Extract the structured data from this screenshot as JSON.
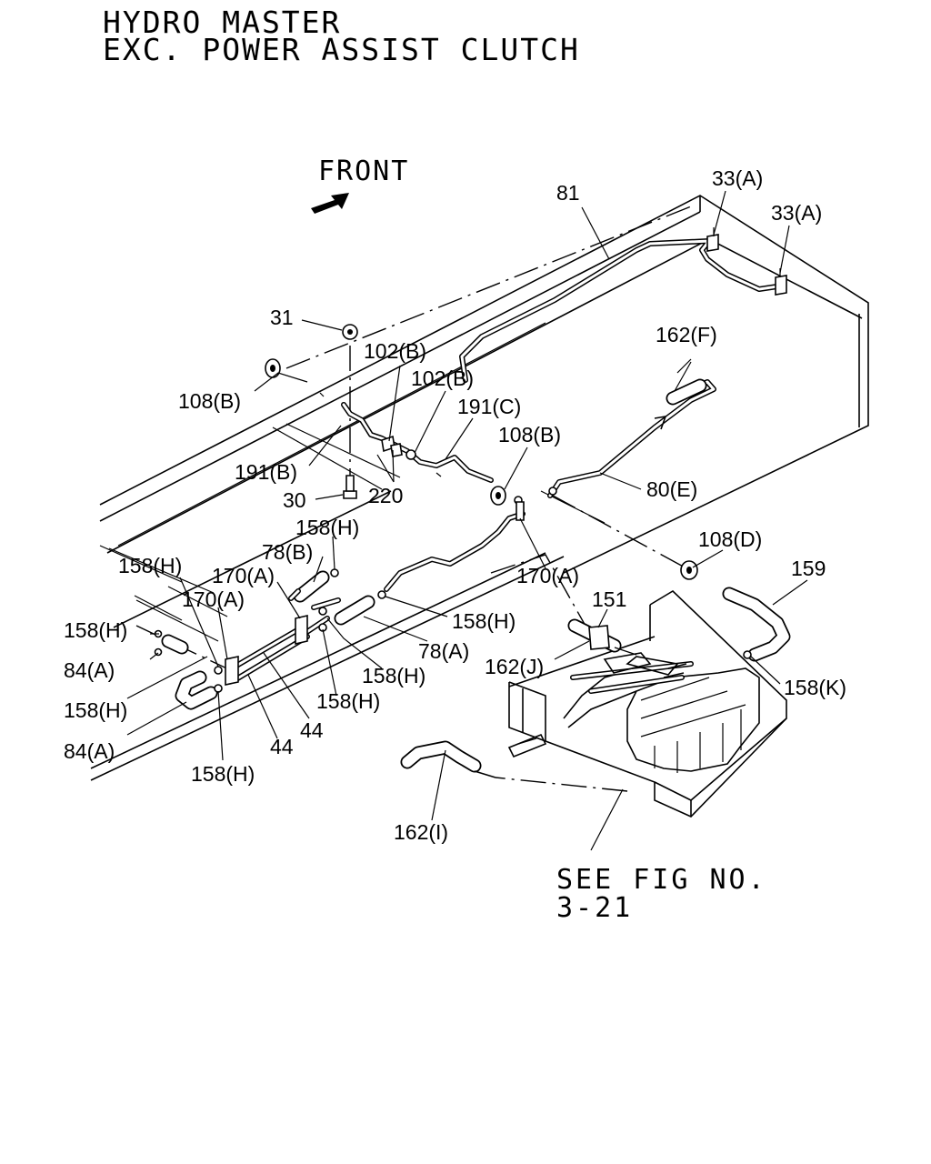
{
  "title": {
    "line1": "HYDRO MASTER",
    "line2": "EXC. POWER ASSIST CLUTCH"
  },
  "front_indicator": {
    "label": "FRONT",
    "icon": "front-arrow-icon"
  },
  "reference_note": {
    "line1": "SEE FIG NO.",
    "line2": "3-21"
  },
  "callouts": [
    {
      "id": "c81",
      "text": "81"
    },
    {
      "id": "c33a1",
      "text": "33(A)"
    },
    {
      "id": "c33a2",
      "text": "33(A)"
    },
    {
      "id": "c31",
      "text": "31"
    },
    {
      "id": "c102b1",
      "text": "102(B)"
    },
    {
      "id": "c102b2",
      "text": "102(B)"
    },
    {
      "id": "c162f",
      "text": "162(F)"
    },
    {
      "id": "c108b1",
      "text": "108(B)"
    },
    {
      "id": "c191c",
      "text": "191(C)"
    },
    {
      "id": "c108b2",
      "text": "108(B)"
    },
    {
      "id": "c191b",
      "text": "191(B)"
    },
    {
      "id": "c80e",
      "text": "80(E)"
    },
    {
      "id": "c30",
      "text": "30"
    },
    {
      "id": "c220",
      "text": "220"
    },
    {
      "id": "c158h1",
      "text": "158(H)"
    },
    {
      "id": "c108d",
      "text": "108(D)"
    },
    {
      "id": "c159",
      "text": "159"
    },
    {
      "id": "c78b",
      "text": "78(B)"
    },
    {
      "id": "c158h2",
      "text": "158(H)"
    },
    {
      "id": "c170a1",
      "text": "170(A)"
    },
    {
      "id": "c170a3",
      "text": "170(A)"
    },
    {
      "id": "c151",
      "text": "151"
    },
    {
      "id": "c170a2",
      "text": "170(A)"
    },
    {
      "id": "c158h3",
      "text": "158(H)"
    },
    {
      "id": "c158h4",
      "text": "158(H)"
    },
    {
      "id": "c78a",
      "text": "78(A)"
    },
    {
      "id": "c162j",
      "text": "162(J)"
    },
    {
      "id": "c158h5",
      "text": "158(H)"
    },
    {
      "id": "c158h6",
      "text": "158(H)"
    },
    {
      "id": "c158k",
      "text": "158(K)"
    },
    {
      "id": "c84a1",
      "text": "84(A)"
    },
    {
      "id": "c158h7",
      "text": "158(H)"
    },
    {
      "id": "c84a2",
      "text": "84(A)"
    },
    {
      "id": "c44a",
      "text": "44"
    },
    {
      "id": "c44b",
      "text": "44"
    },
    {
      "id": "c158h8",
      "text": "158(H)"
    },
    {
      "id": "c162i",
      "text": "162(I)"
    }
  ]
}
